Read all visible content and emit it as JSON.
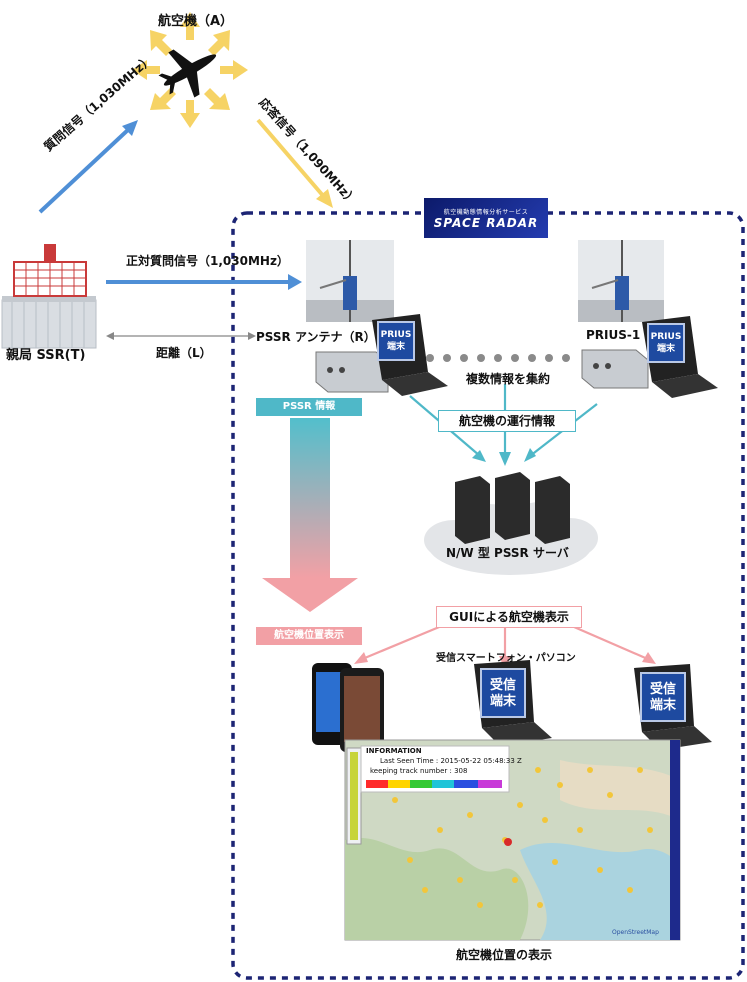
{
  "aircraft": {
    "label": "航空機（A）"
  },
  "links": {
    "interrogation": "質問信号（1,030MHz）",
    "reply": "応答信号（1,090MHz）",
    "direct_interrogation": "正対質問信号（1,030MHz）",
    "distance": "距離（L）"
  },
  "ssr": {
    "label": "親局 SSR(T)"
  },
  "space_radar": {
    "title": "SPACE RADAR",
    "subtitle": "航空機動態情報分析サービス"
  },
  "pssr_antenna": {
    "label": "PSSR アンテナ（R）"
  },
  "prius_unit": {
    "label": "PRIUS-1"
  },
  "prius_terminal": {
    "line1": "PRIUS",
    "line2": "端末"
  },
  "collect": {
    "label": "複数情報を集約"
  },
  "ops_info": {
    "label": "航空機の運行情報"
  },
  "server": {
    "label": "N/W 型 PSSR サーバ"
  },
  "pssr_info": {
    "label": "PSSR 情報"
  },
  "position_display": {
    "label": "航空機位置表示"
  },
  "gui": {
    "label": "GUIによる航空機表示"
  },
  "receivers": {
    "label": "受信スマートフォン・パソコン"
  },
  "receiver_terminal": {
    "line1": "受信",
    "line2": "端末"
  },
  "map_panel": {
    "info_title": "INFORMATION",
    "last_seen": "Last Seen Time : 2015-05-22 05:48:33 Z",
    "tracking": "keeping track number : 308",
    "credit": "OpenStreetMap"
  },
  "footer": {
    "label": "航空機位置の表示"
  },
  "colors": {
    "signal_blue": "#4f8fd6",
    "signal_yellow": "#f6d365",
    "frame_navy": "#1c2474",
    "pssr_teal": "#4fb8c8",
    "display_pink": "#f2a0a5",
    "terminal_blue": "#1e4aa0"
  }
}
